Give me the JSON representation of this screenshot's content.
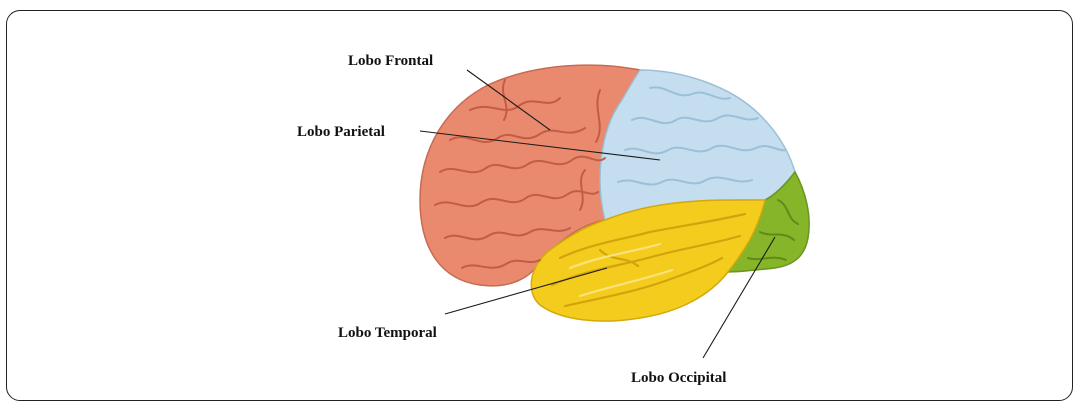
{
  "labels": {
    "frontal": "Lobo Frontal",
    "parietal": "Lobo Parietal",
    "temporal": "Lobo Temporal",
    "occipital": "Lobo Occipital"
  },
  "colors": {
    "frontal": "#e98a6f",
    "parietal": "#c4def0",
    "temporal": "#f4cc1e",
    "occipital": "#86b52a",
    "frame_border": "#222222",
    "text": "#111111"
  }
}
